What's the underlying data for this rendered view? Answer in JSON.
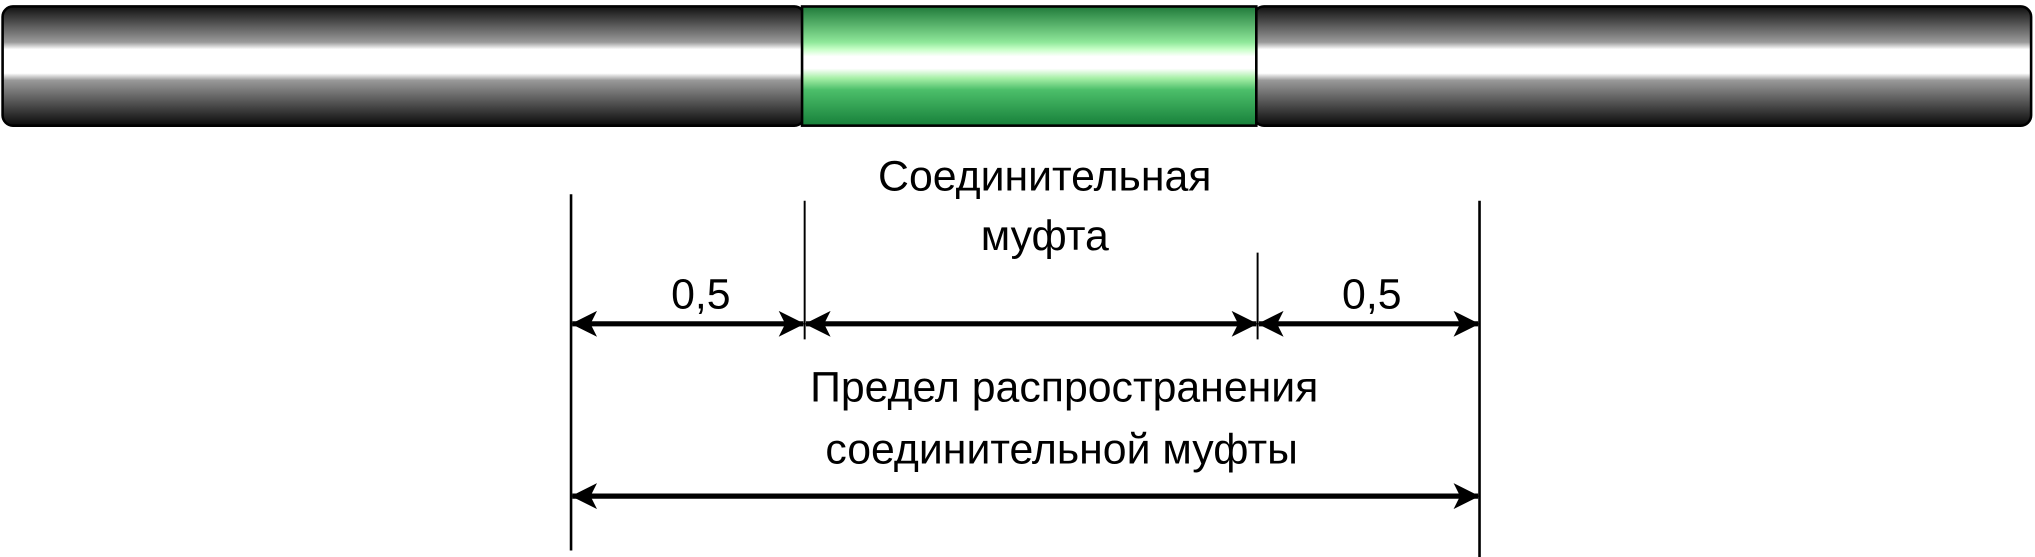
{
  "labels": {
    "coupling_line1": "Соединительная",
    "coupling_line2": "муфта",
    "left_dim": "0,5",
    "right_dim": "0,5",
    "limit_line1": "Предел распространения",
    "limit_line2": "соединительной муфты"
  },
  "colors": {
    "pipe_dark": "#111111",
    "pipe_light": "#ffffff",
    "coupling_dark": "#1a8a3a",
    "coupling_light": "#b8ffb8"
  }
}
